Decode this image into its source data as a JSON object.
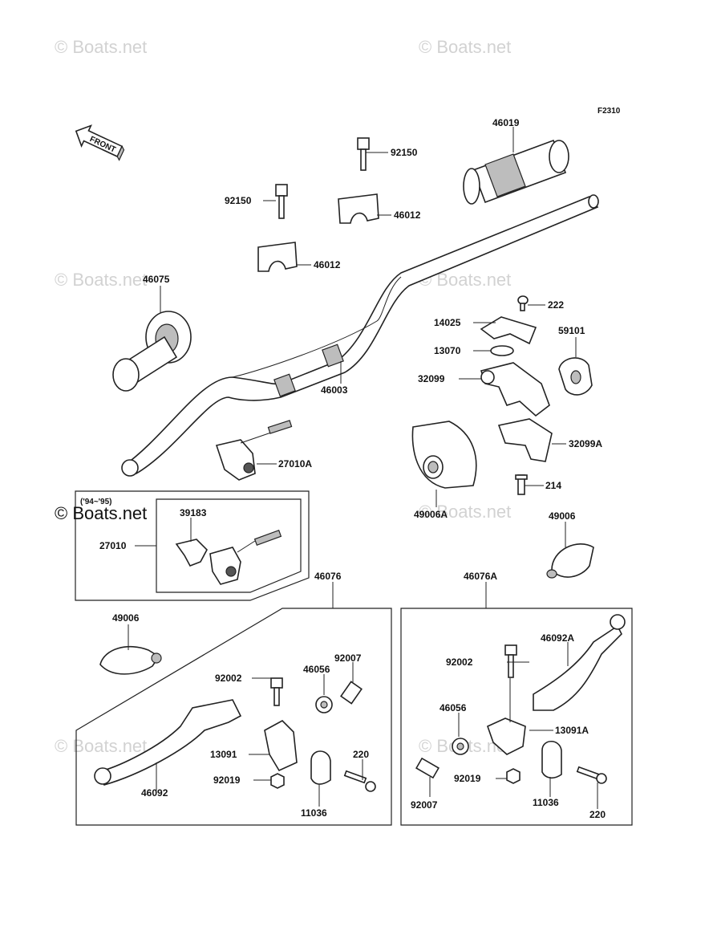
{
  "figure_code": "F2310",
  "front_arrow_text": "FRONT",
  "watermark": "© Boats.net",
  "year_note": "('94~'95)",
  "parts": {
    "p46019": "46019",
    "p92150a": "92150",
    "p92150b": "92150",
    "p46012a": "46012",
    "p46012b": "46012",
    "p46075": "46075",
    "p46003": "46003",
    "p222": "222",
    "p14025": "14025",
    "p59101": "59101",
    "p13070": "13070",
    "p32099": "32099",
    "p32099A": "32099A",
    "p27010A": "27010A",
    "p214": "214",
    "p49006A": "49006A",
    "p39183": "39183",
    "p27010": "27010",
    "p49006r": "49006",
    "p46076": "46076",
    "p46076A": "46076A",
    "p49006l": "49006",
    "p92007l": "92007",
    "p92002l": "92002",
    "p46056l": "46056",
    "p46092A": "46092A",
    "p92002r": "92002",
    "p46056r": "46056",
    "p13091A": "13091A",
    "p13091": "13091",
    "p220l": "220",
    "p92019l": "92019",
    "p46092": "46092",
    "p11036l": "11036",
    "p92007r": "92007",
    "p92019r": "92019",
    "p11036r": "11036",
    "p220r": "220"
  }
}
